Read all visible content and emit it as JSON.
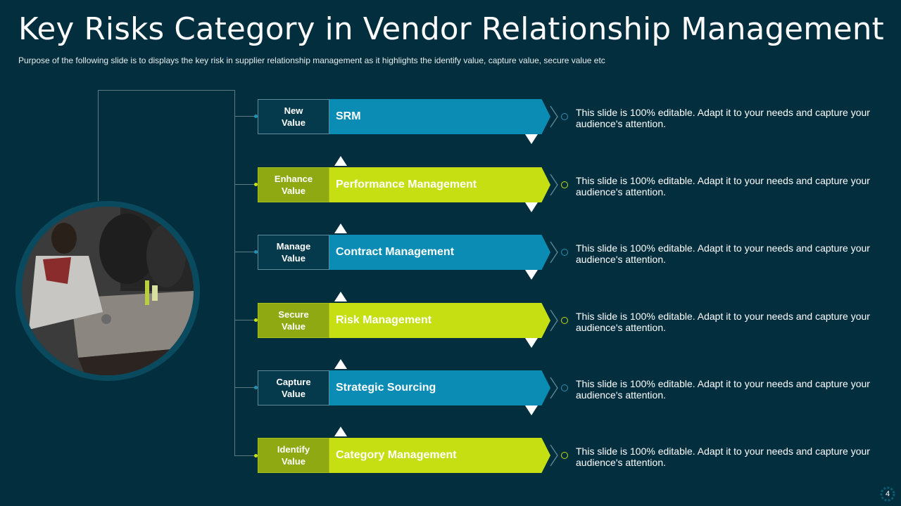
{
  "title": "Key Risks Category in Vendor Relationship Management",
  "subtitle": "Purpose of the following slide is to displays the key risk in supplier relationship management  as it highlights the identify value,  capture value,  secure value  etc",
  "rows": [
    {
      "label_line1": "New",
      "label_line2": "Value",
      "bar": "SRM",
      "desc": "This slide is 100% editable. Adapt it to your needs and capture your audience's attention."
    },
    {
      "label_line1": "Enhance",
      "label_line2": "Value",
      "bar": "Performance Management",
      "desc": "This slide is 100% editable. Adapt it to your needs and capture your audience's attention."
    },
    {
      "label_line1": "Manage",
      "label_line2": "Value",
      "bar": "Contract Management",
      "desc": "This slide is 100% editable. Adapt it to your needs and capture your audience's attention."
    },
    {
      "label_line1": "Secure",
      "label_line2": "Value",
      "bar": "Risk Management",
      "desc": "This slide is 100% editable. Adapt it to your needs and capture your audience's attention."
    },
    {
      "label_line1": "Capture",
      "label_line2": "Value",
      "bar": "Strategic Sourcing",
      "desc": "This slide is 100% editable. Adapt it to your needs and capture your audience's attention."
    },
    {
      "label_line1": "Identify",
      "label_line2": "Value",
      "bar": "Category Management",
      "desc": "This slide is 100% editable. Adapt it to your needs and capture your audience's attention."
    }
  ],
  "page_number": "4",
  "colors": {
    "background": "#032e3d",
    "blue": "#0a8cb4",
    "green": "#c6df12",
    "label_green": "#8fa912",
    "label_blue": "#053a4d"
  }
}
